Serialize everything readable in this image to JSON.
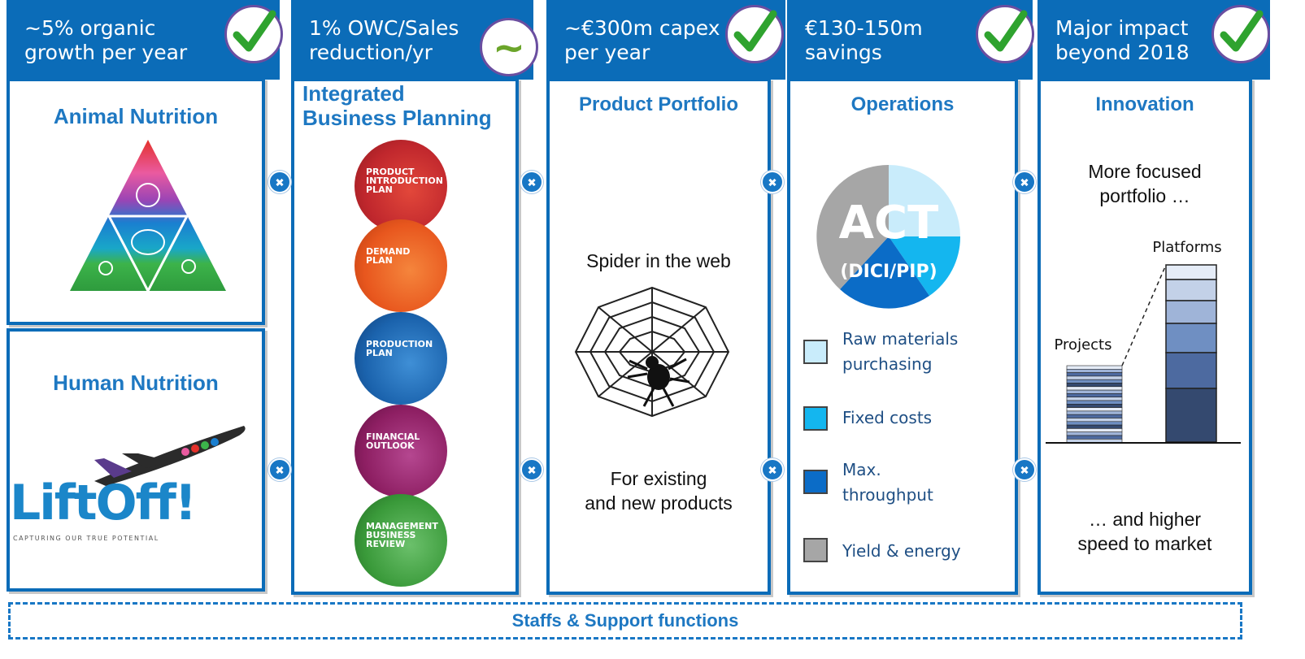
{
  "columns": [
    {
      "header": "~5% organic\ngrowth per year",
      "status": "check"
    },
    {
      "header": "1% OWC/Sales\nreduction/yr",
      "status": "tilde",
      "status_symbol": "~"
    },
    {
      "header": "~€300m capex\nper year",
      "status": "check"
    },
    {
      "header": "€130-150m\nsavings",
      "status": "check"
    },
    {
      "header": "Major impact\nbeyond 2018",
      "status": "check"
    }
  ],
  "nutrition": {
    "animal_title": "Animal Nutrition",
    "human_title": "Human Nutrition",
    "logo_text": "LiftOff!",
    "logo_tagline": "CAPTURING OUR TRUE POTENTIAL"
  },
  "planning": {
    "title": "Integrated\nBusiness Planning",
    "plans": [
      {
        "label": "PRODUCT\nINTRODUCTION\nPLAN",
        "color": "#c0272d"
      },
      {
        "label": "DEMAND\nPLAN",
        "color": "#e8571e"
      },
      {
        "label": "PRODUCTION\nPLAN",
        "color": "#1b63ad"
      },
      {
        "label": "FINANCIAL\nOUTLOOK",
        "color": "#8e1f63"
      },
      {
        "label": "MANAGEMENT\nBUSINESS\nREVIEW",
        "color": "#3a9a3a"
      }
    ]
  },
  "portfolio": {
    "title": "Product Portfolio",
    "top_text": "Spider in the web",
    "bottom_text": "For existing\nand new products"
  },
  "operations": {
    "title": "Operations",
    "pie_title": "ACT",
    "pie_subtitle": "(DICI/PIP)",
    "legend": [
      {
        "label": "Raw materials\npurchasing",
        "color": "#c9ecfb"
      },
      {
        "label": "Fixed costs",
        "color": "#14b6ef"
      },
      {
        "label": "Max.\nthroughput",
        "color": "#0b6cc7"
      },
      {
        "label": "Yield & energy",
        "color": "#a6a6a6"
      }
    ]
  },
  "innovation": {
    "title": "Innovation",
    "top_text": "More focused\nportfolio …",
    "bottom_text": "… and higher\nspeed to market",
    "projects_label": "Projects",
    "platforms_label": "Platforms"
  },
  "footer": {
    "label": "Staffs & Support functions"
  },
  "colors": {
    "brand_blue": "#0b6cb8",
    "check_green": "#2fa32f",
    "check_ring": "#6a4ea0"
  }
}
